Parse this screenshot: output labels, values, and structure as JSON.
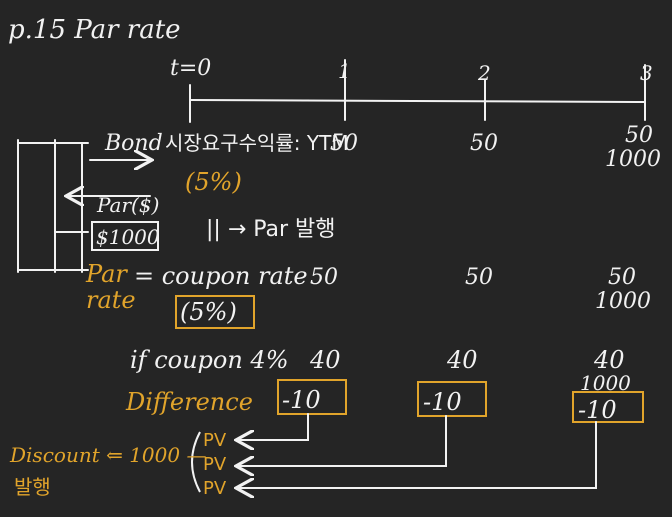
{
  "colors": {
    "background": "#252525",
    "ink_white": "#f2f2f2",
    "ink_yellow": "#e1a42b"
  },
  "title": "p.15 Par rate",
  "timeline": {
    "ticks": [
      "t=0",
      "1",
      "2",
      "3"
    ],
    "bond_label": "Bond",
    "market_rate_note": "시장요구수익률: YTM",
    "market_rate_value": "(5%)",
    "cashflows": [
      "50",
      "50",
      "50"
    ],
    "face_value": "1000"
  },
  "par": {
    "par_label": "Par($)",
    "par_amount": "$1000",
    "issue_note": "|| → Par 발행"
  },
  "par_rate": {
    "label_line1": "Par",
    "label_line2": "rate",
    "equals_text": "= coupon rate",
    "coupon_rate": "(5%)",
    "cashflows": [
      "50",
      "50",
      "50"
    ],
    "face_value": "1000"
  },
  "if_coupon": {
    "condition": "if coupon 4%",
    "cashflows": [
      "40",
      "40",
      "40"
    ],
    "face_value": "1000",
    "difference_label": "Difference",
    "differences": [
      "-10",
      "-10",
      "-10"
    ]
  },
  "discount": {
    "label": "Discount ⇐ 1000 —",
    "issue": "발행",
    "pv_marks": [
      "PV",
      "PV",
      "PV"
    ]
  }
}
